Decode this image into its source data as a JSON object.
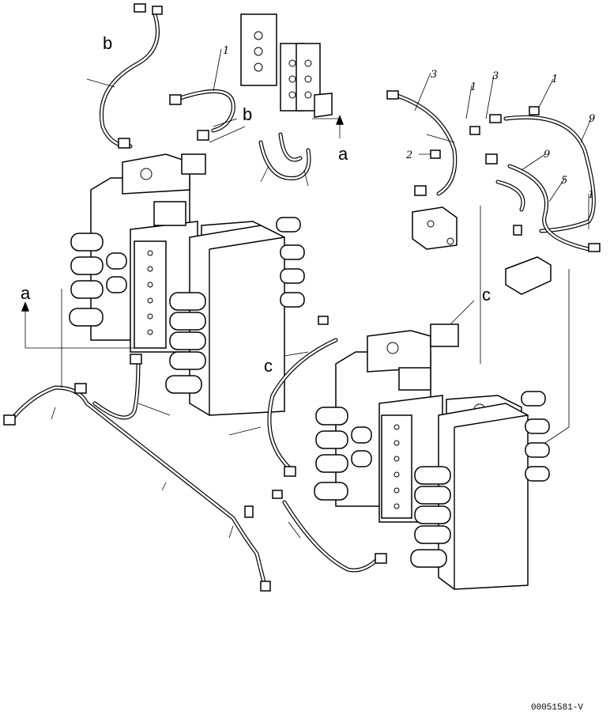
{
  "callouts": {
    "a_top": "a",
    "a_left": "a",
    "b_top": "b",
    "b_mid": "b",
    "c_left": "c",
    "c_right": "c"
  },
  "part_numbers": {
    "p1_top_left": "1",
    "p1_right_a": "1",
    "p1_right_b": "1",
    "p1_right_c": "1",
    "p2_right": "2",
    "p3_right_a": "3",
    "p3_right_b": "3",
    "p5_right": "5",
    "p9_right_a": "9",
    "p9_right_b": "9"
  },
  "drawing_code": "00051581-V"
}
